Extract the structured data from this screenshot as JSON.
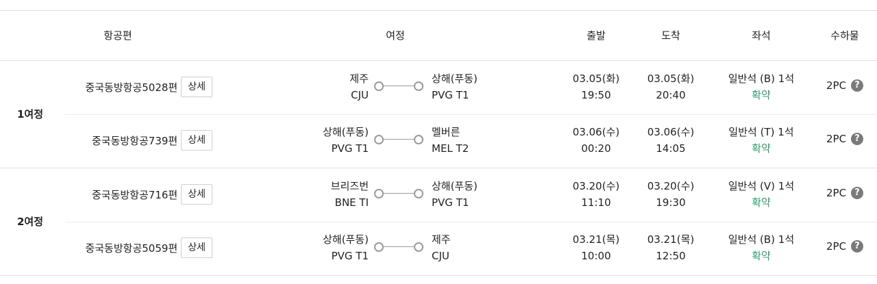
{
  "header": {
    "flight": "항공편",
    "route": "여정",
    "depart": "출발",
    "arrive": "도착",
    "seat": "좌석",
    "baggage": "수하물"
  },
  "groups": [
    {
      "label": "1여정",
      "rows": [
        {
          "flight": "중국동방항공5028편",
          "detail": "상세",
          "from_city": "제주",
          "from_code": "CJU",
          "to_city": "상해(푸동)",
          "to_code": "PVG T1",
          "dep_date": "03.05(화)",
          "dep_time": "19:50",
          "arr_date": "03.05(화)",
          "arr_time": "20:40",
          "seat": "일반석 (B) 1석",
          "status": "확약",
          "baggage": "2PC"
        },
        {
          "flight": "중국동방항공739편",
          "detail": "상세",
          "from_city": "상해(푸동)",
          "from_code": "PVG T1",
          "to_city": "멜버른",
          "to_code": "MEL T2",
          "dep_date": "03.06(수)",
          "dep_time": "00:20",
          "arr_date": "03.06(수)",
          "arr_time": "14:05",
          "seat": "일반석 (T) 1석",
          "status": "확약",
          "baggage": "2PC"
        }
      ]
    },
    {
      "label": "2여정",
      "rows": [
        {
          "flight": "중국동방항공716편",
          "detail": "상세",
          "from_city": "브리즈번",
          "from_code": "BNE TI",
          "to_city": "상해(푸동)",
          "to_code": "PVG T1",
          "dep_date": "03.20(수)",
          "dep_time": "11:10",
          "arr_date": "03.20(수)",
          "arr_time": "19:30",
          "seat": "일반석 (V) 1석",
          "status": "확약",
          "baggage": "2PC"
        },
        {
          "flight": "중국동방항공5059편",
          "detail": "상세",
          "from_city": "상해(푸동)",
          "from_code": "PVG T1",
          "to_city": "제주",
          "to_code": "CJU",
          "dep_date": "03.21(목)",
          "dep_time": "10:00",
          "arr_date": "03.21(목)",
          "arr_time": "12:50",
          "seat": "일반석 (B) 1석",
          "status": "확약",
          "baggage": "2PC"
        }
      ]
    }
  ],
  "help_icon": "question-circle-icon",
  "colors": {
    "status": "#2e9d6a",
    "border": "#e2e2e2",
    "help_icon": "#7a7a7a"
  }
}
